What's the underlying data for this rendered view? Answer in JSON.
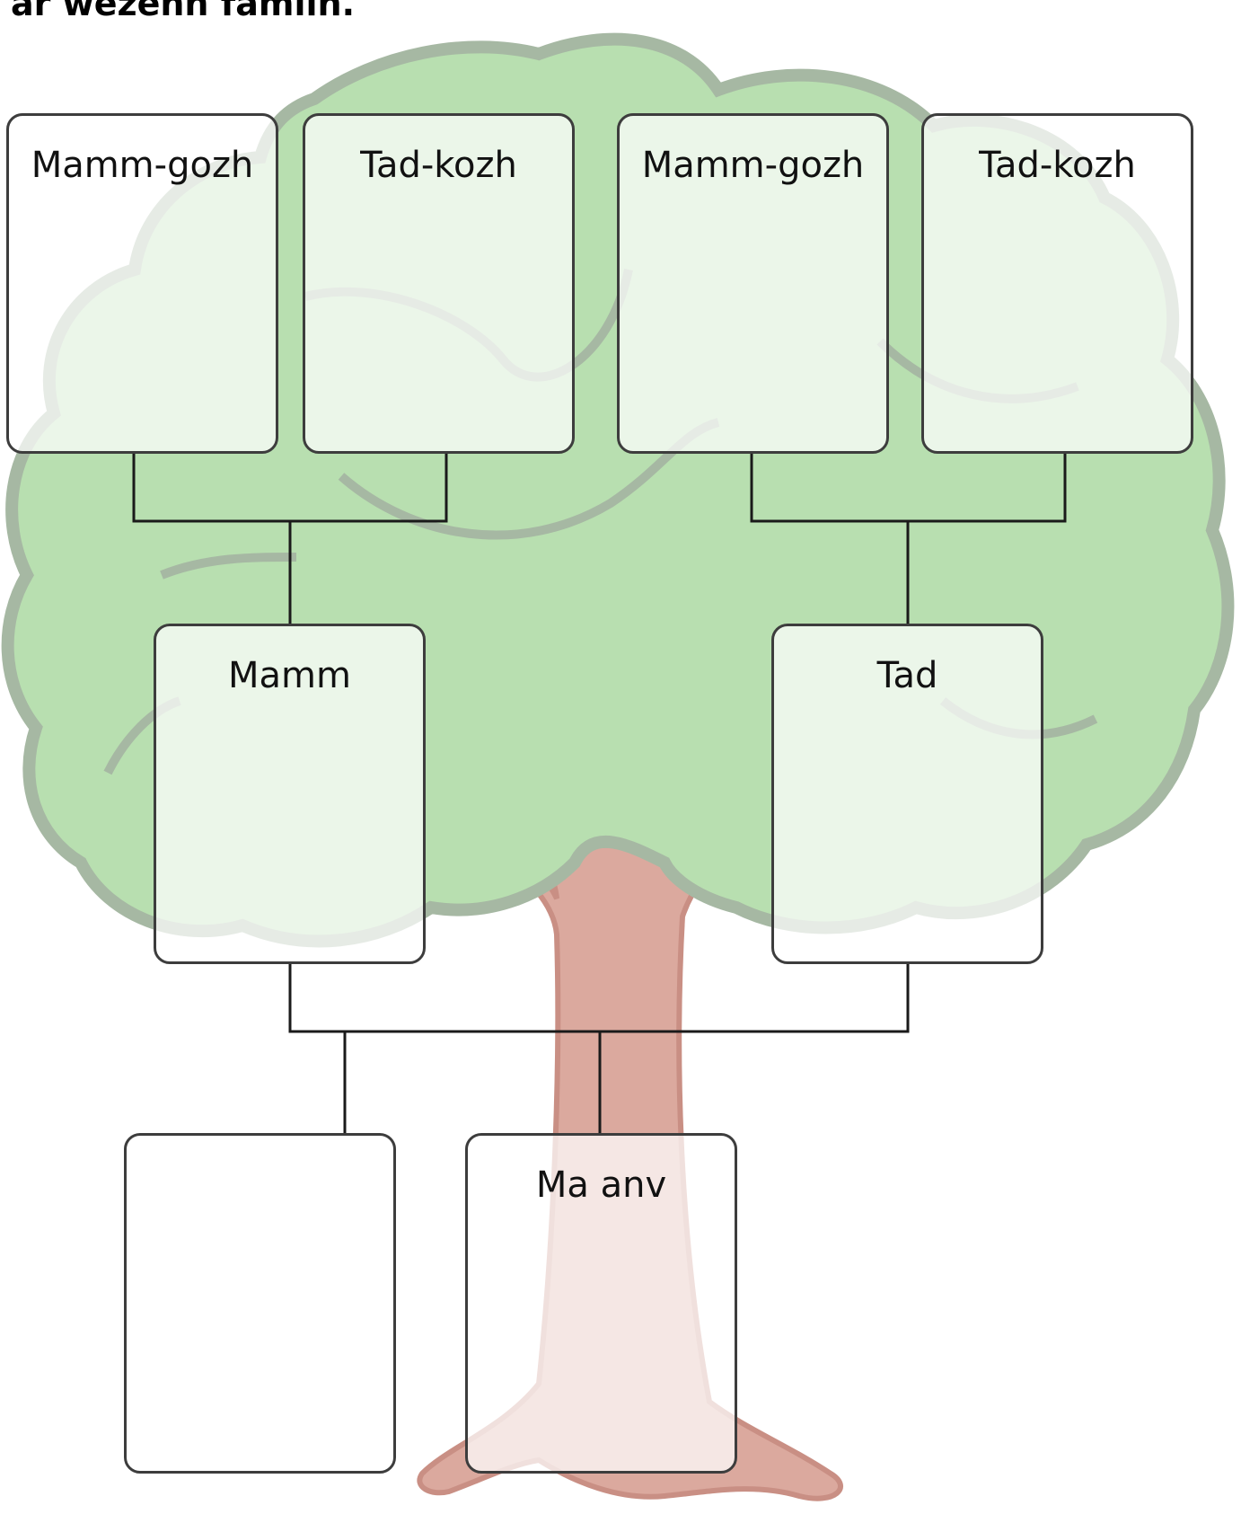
{
  "title": "ar wezenn familh.",
  "colors": {
    "foliage": "#b8dfb0",
    "foliage_outline": "#a6b8a3",
    "trunk": "#dba99e",
    "trunk_shadow": "#c98f84",
    "box_border": "#3d3d3d",
    "connector": "#1a1a1a"
  },
  "boxes": {
    "grandmother_left": "Mamm-gozh",
    "grandfather_left": "Tad-kozh",
    "grandmother_right": "Mamm-gozh",
    "grandfather_right": "Tad-kozh",
    "mother": "Mamm",
    "father": "Tad",
    "sibling": "",
    "self": "Ma anv"
  }
}
